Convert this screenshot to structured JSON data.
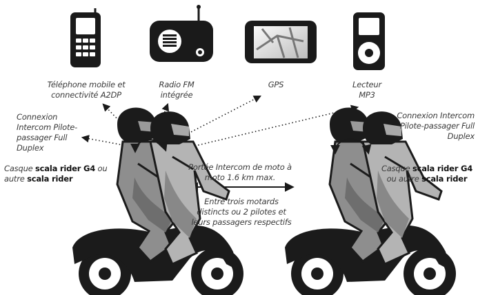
{
  "devices": {
    "phone": {
      "icon": "mobile-phone-icon",
      "label": "Téléphone mobile et connectivité A2DP"
    },
    "radio": {
      "icon": "fm-radio-icon",
      "label": "Radio FM intégrée"
    },
    "gps": {
      "icon": "gps-icon",
      "label": "GPS"
    },
    "mp3": {
      "icon": "mp3-player-icon",
      "label": "Lecteur MP3"
    }
  },
  "left_rider": {
    "connection_label": "Connexion Intercom Pilote-passager Full Duplex",
    "headset_prefix": "Casque ",
    "headset_model": "scala rider G4",
    "headset_middle": " ou autre ",
    "headset_brand": "scala rider"
  },
  "right_rider": {
    "connection_label": "Connexion Intercom Pilote-passager Full Duplex",
    "headset_prefix": "Casque ",
    "headset_model": "scala rider G4",
    "headset_middle": " ou autre ",
    "headset_brand": "scala rider"
  },
  "range_label": "Portée Intercom de moto à moto 1.6 km max.",
  "multi_rider_label": "Entre trois motards distincts ou 2 pilotes et leurs passagers respectifs",
  "colors": {
    "ink": "#1a1a1a",
    "label": "#3a3a3a",
    "bike_grey": "#8a8a8a",
    "bike_light": "#c8c8c8"
  }
}
